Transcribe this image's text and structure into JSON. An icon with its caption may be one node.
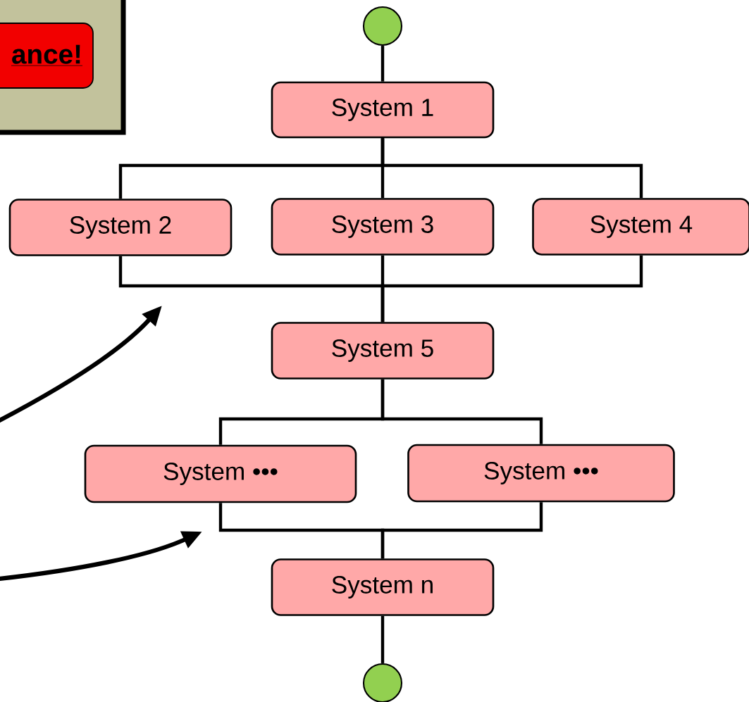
{
  "diagram": {
    "nodes": [
      {
        "text": [],
        "shape": "circle"
      },
      {
        "text": [
          "System 1"
        ]
      },
      {
        "text": [
          "System 2"
        ]
      },
      {
        "text": [
          "System 3"
        ]
      },
      {
        "text": [
          "System 4"
        ]
      },
      {
        "text": [
          "System 5"
        ]
      },
      {
        "text": [
          "System •••"
        ]
      },
      {
        "text": [
          "System •••"
        ]
      },
      {
        "text": [
          "System n"
        ]
      },
      {
        "text": [],
        "shape": "circle"
      },
      {
        "text": [],
        "shape": "box"
      },
      {
        "text": [
          "ance!"
        ],
        "in": 10
      }
    ],
    "edges": [
      {
        "from": 0,
        "to": 1,
        "arrow": "none"
      },
      {
        "from": 1,
        "to": 2,
        "arrow": "none"
      },
      {
        "from": 1,
        "to": 3,
        "arrow": "none"
      },
      {
        "from": 1,
        "to": 4,
        "arrow": "none"
      },
      {
        "from": 2,
        "to": 5,
        "arrow": "none"
      },
      {
        "from": 3,
        "to": 5,
        "arrow": "none"
      },
      {
        "from": 4,
        "to": 5,
        "arrow": "none"
      },
      {
        "from": 5,
        "to": 6,
        "arrow": "none"
      },
      {
        "from": 5,
        "to": 7,
        "arrow": "none"
      },
      {
        "from": 6,
        "to": 8,
        "arrow": "none"
      },
      {
        "from": 7,
        "to": 8,
        "arrow": "none"
      },
      {
        "from": 8,
        "to": 9,
        "arrow": "none"
      }
    ]
  }
}
